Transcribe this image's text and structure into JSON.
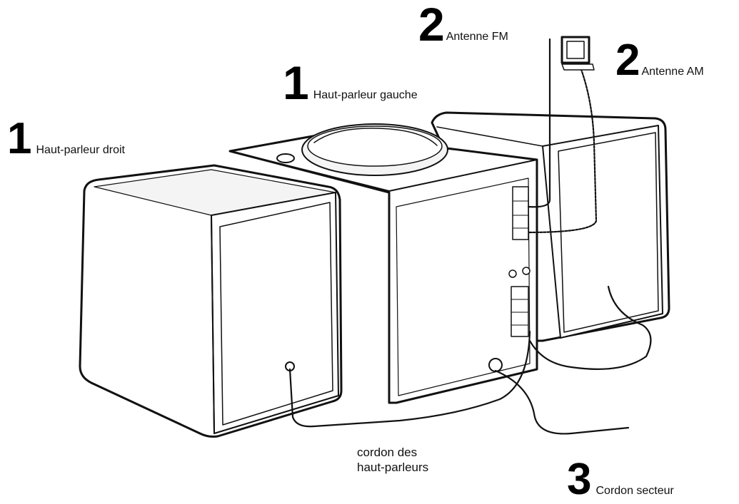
{
  "callouts": {
    "right_speaker": {
      "number": "1",
      "label": "Haut-parleur droit"
    },
    "left_speaker": {
      "number": "1",
      "label": "Haut-parleur gauche"
    },
    "fm_antenna": {
      "number": "2",
      "label": "Antenne FM"
    },
    "am_antenna": {
      "number": "2",
      "label": "Antenne AM"
    },
    "power_cord": {
      "number": "3",
      "label": "Cordon secteur"
    }
  },
  "speaker_cord_label": {
    "line1": "cordon des",
    "line2": "haut-parleurs"
  },
  "colors": {
    "ink": "#111111",
    "face": "#ffffff",
    "shade": "#f4f4f4"
  }
}
